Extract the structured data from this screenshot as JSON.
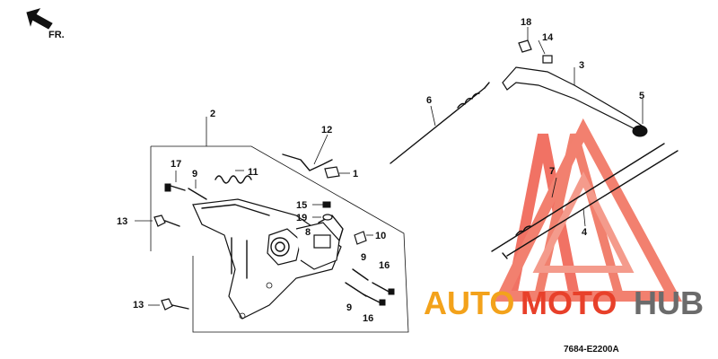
{
  "direction": {
    "label": "FR.",
    "icon": "front-direction-arrow-icon"
  },
  "diagram_code": "7684-E2200A",
  "watermark": {
    "part1": "AUTO",
    "part2": "MOTO",
    "part3": "HUB",
    "color_primary": "#e8402a",
    "color_secondary": "#f3a21b",
    "color_dark": "#6b6b6b"
  },
  "callouts": {
    "c1": "1",
    "c2": "2",
    "c3": "3",
    "c4": "4",
    "c5": "5",
    "c6": "6",
    "c7": "7",
    "c8": "8",
    "c9a": "9",
    "c9b": "9",
    "c9c": "9",
    "c10": "10",
    "c11": "11",
    "c12": "12",
    "c13a": "13",
    "c13b": "13",
    "c14": "14",
    "c15": "15",
    "c16a": "16",
    "c16b": "16",
    "c17": "17",
    "c18": "18",
    "c19": "19"
  }
}
